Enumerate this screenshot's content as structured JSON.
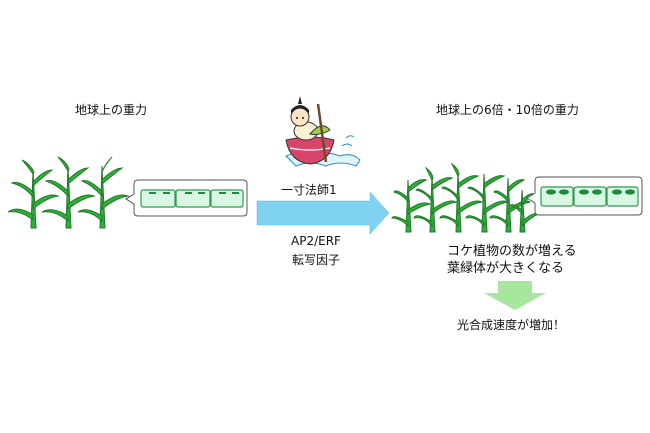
{
  "left": {
    "title": "地球上の重力"
  },
  "right": {
    "title": "地球上の6倍・10倍の重力"
  },
  "factor": {
    "name": "一寸法師1",
    "type_line1": "AP2/ERF",
    "type_line2": "転写因子"
  },
  "result": {
    "line1": "コケ植物の数が増える",
    "line2": "葉緑体が大きくなる",
    "line3": "光合成速度が増加！"
  },
  "colors": {
    "plant": "#2fae3a",
    "plant_dark": "#1f7a28",
    "cell_fill": "#d9f6e4",
    "cell_border": "#2e9a4e",
    "arrow": "#7fd3f0",
    "down_arrow": "#a8e6a0"
  }
}
